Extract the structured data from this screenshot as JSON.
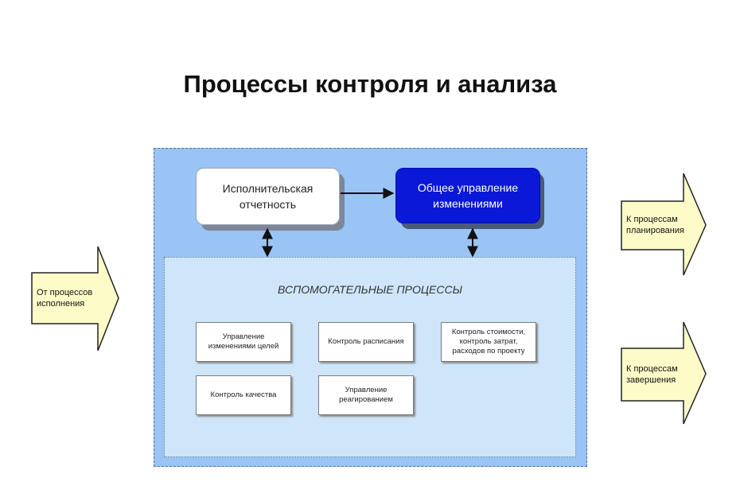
{
  "title": "Процессы контроля и анализа",
  "top_boxes": {
    "reporting": "Исполнительская отчетность",
    "change_management": "Общее управление изменениями"
  },
  "support": {
    "title": "ВСПОМОГАТЕЛЬНЫЕ ПРОЦЕССЫ",
    "items": [
      "Управление изменениями целей",
      "Контроль расписания",
      "Контроль стоимости, контроль затрат, расходов по проекту",
      "Контроль качества",
      "Управление реагированием"
    ]
  },
  "arrows": {
    "input": "От процессов исполнения",
    "to_planning": "К процессам планирования",
    "to_closing": "К процессам завершения"
  },
  "colors": {
    "outer_panel": "#99c4f5",
    "inner_panel": "#cfe6fa",
    "accent_box": "#0a18d8",
    "arrow_fill": "#fdfcc8"
  }
}
